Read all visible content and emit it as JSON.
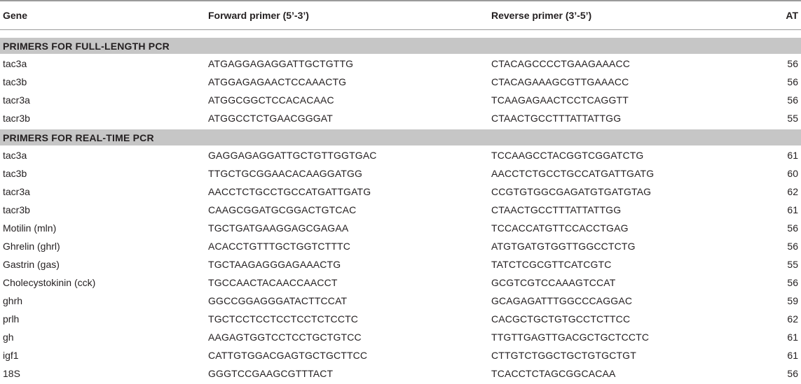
{
  "header": {
    "gene": "Gene",
    "forward": "Forward primer (5’-3’)",
    "reverse": "Reverse primer (3’-5’)",
    "at": "AT"
  },
  "sections": [
    {
      "title": "PRIMERS FOR FULL-LENGTH PCR",
      "rows": [
        {
          "gene": "tac3a",
          "forward": "ATGAGGAGAGGATTGCTGTTG",
          "reverse": "CTACAGCCCCTGAAGAAACC",
          "at": "56"
        },
        {
          "gene": "tac3b",
          "forward": "ATGGAGAGAACTCCAAACTG",
          "reverse": "CTACAGAAAGCGTTGAAACC",
          "at": "56"
        },
        {
          "gene": "tacr3a",
          "forward": "ATGGCGGCTCCACACAAC",
          "reverse": "TCAAGAGAACTCCTCAGGTT",
          "at": "56"
        },
        {
          "gene": "tacr3b",
          "forward": "ATGGCCTCTGAACGGGAT",
          "reverse": "CTAACTGCCTTTATTATTGG",
          "at": "55"
        }
      ]
    },
    {
      "title": "PRIMERS FOR REAL-TIME PCR",
      "rows": [
        {
          "gene": "tac3a",
          "forward": "GAGGAGAGGATTGCTGTTGGTGAC",
          "reverse": "TCCAAGCCTACGGTCGGATCTG",
          "at": "61"
        },
        {
          "gene": "tac3b",
          "forward": "TTGCTGCGGAACACAAGGATGG",
          "reverse": "AACCTCTGCCTGCCATGATTGATG",
          "at": "60"
        },
        {
          "gene": "tacr3a",
          "forward": "AACCTCTGCCTGCCATGATTGATG",
          "reverse": "CCGTGTGGCGAGATGTGATGTAG",
          "at": "62"
        },
        {
          "gene": "tacr3b",
          "forward": "CAAGCGGATGCGGACTGTCAC",
          "reverse": "CTAACTGCCTTTATTATTGG",
          "at": "61"
        },
        {
          "gene": "Motilin (mln)",
          "forward": "TGCTGATGAAGGAGCGAGAA",
          "reverse": "TCCACCATGTTCCACCTGAG",
          "at": "56"
        },
        {
          "gene": "Ghrelin (ghrl)",
          "forward": "ACACCTGTTTGCTGGTCTTTC",
          "reverse": "ATGTGATGTGGTTGGCCTCTG",
          "at": "56"
        },
        {
          "gene": "Gastrin (gas)",
          "forward": "TGCTAAGAGGGAGAAACTG",
          "reverse": "TATCTCGCGTTCATCGTC",
          "at": "55"
        },
        {
          "gene": "Cholecystokinin (cck)",
          "forward": "TGCCAACTACAACCAACCT",
          "reverse": "GCGTCGTCCAAAGTCCAT",
          "at": "56"
        },
        {
          "gene": "ghrh",
          "forward": "GGCCGGAGGGATACTTCCAT",
          "reverse": "GCAGAGATTTGGCCCAGGAC",
          "at": "59"
        },
        {
          "gene": "prlh",
          "forward": "TGCTCCTCCTCCTCCTCTCCTC",
          "reverse": "CACGCTGCTGTGCCTCTTCC",
          "at": "62"
        },
        {
          "gene": "gh",
          "forward": "AAGAGTGGTCCTCCTGCTGTCC",
          "reverse": "TTGTTGAGTTGACGCTGCTCCTC",
          "at": "61"
        },
        {
          "gene": "igf1",
          "forward": "CATTGTGGACGAGTGCTGCTTCC",
          "reverse": "CTTGTCTGGCTGCTGTGCTGT",
          "at": "61"
        },
        {
          "gene": "18S",
          "forward": "GGGTCCGAAGCGTTTACT",
          "reverse": "TCACCTCTAGCGGCACAA",
          "at": "56"
        }
      ]
    }
  ]
}
